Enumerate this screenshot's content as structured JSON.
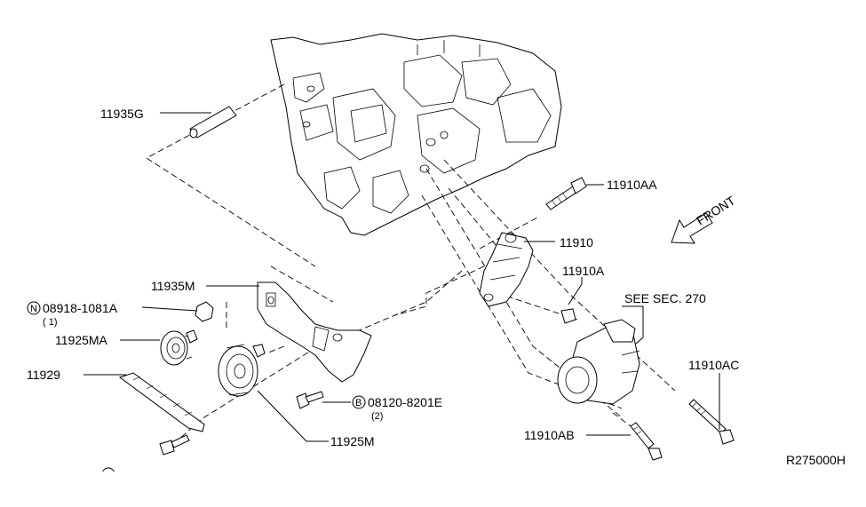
{
  "labels": {
    "p11935G": "11935G",
    "p11910AA": "11910AA",
    "p11910": "11910",
    "p11910A": "11910A",
    "see_sec": "SEE SEC. 270",
    "p11910AC": "11910AC",
    "p11935M": "11935M",
    "nut_code": "08918-1081A",
    "nut_letter": "N",
    "nut_qty": "( 1)",
    "p11925MA": "11925MA",
    "p11929": "11929",
    "bolt_code": "08120-8201E",
    "bolt_letter": "B",
    "bolt_qty": "(2)",
    "p11925M": "11925M",
    "p11910AB": "11910AB",
    "front": "FRONT",
    "diagram_id": "R275000H"
  }
}
